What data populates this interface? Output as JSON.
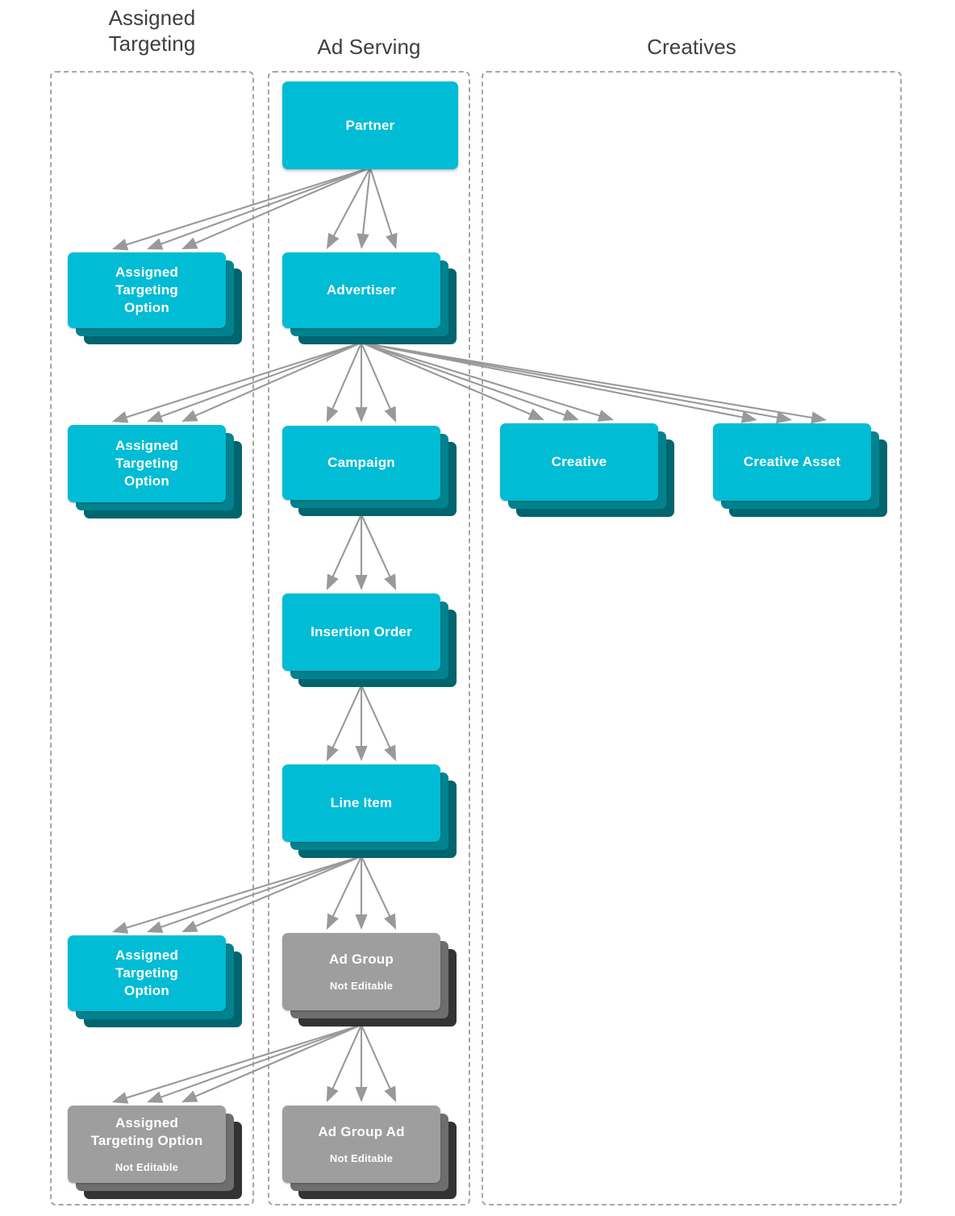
{
  "colors": {
    "editable_fill": "#00bcd4",
    "editable_mid": "#00838f",
    "editable_back": "#00656e",
    "locked_fill": "#9e9e9e",
    "locked_mid": "#6e6e6e",
    "locked_back": "#333333",
    "arrow": "#999999",
    "group_border": "#a6a6a6",
    "title_text": "#3c4043",
    "label_text": "#ffffff"
  },
  "columns": [
    {
      "id": "assigned-targeting",
      "title": "Assigned\nTargeting",
      "title_line1": "Assigned",
      "title_line2": "Targeting"
    },
    {
      "id": "ad-serving",
      "title": "Ad Serving"
    },
    {
      "id": "creatives",
      "title": "Creatives"
    }
  ],
  "not_editable_label": "Not Editable",
  "nodes": [
    {
      "id": "partner",
      "label": "Partner",
      "column": "ad-serving",
      "editable": true,
      "stacked": false,
      "sub": ""
    },
    {
      "id": "advertiser",
      "label": "Advertiser",
      "column": "ad-serving",
      "editable": true,
      "stacked": true,
      "sub": ""
    },
    {
      "id": "campaign",
      "label": "Campaign",
      "column": "ad-serving",
      "editable": true,
      "stacked": true,
      "sub": ""
    },
    {
      "id": "insertion-order",
      "label": "Insertion Order",
      "column": "ad-serving",
      "editable": true,
      "stacked": true,
      "sub": ""
    },
    {
      "id": "line-item",
      "label": "Line Item",
      "column": "ad-serving",
      "editable": true,
      "stacked": true,
      "sub": ""
    },
    {
      "id": "ad-group",
      "label": "Ad Group",
      "column": "ad-serving",
      "editable": false,
      "stacked": true,
      "sub": "Not Editable"
    },
    {
      "id": "ad-group-ad",
      "label": "Ad Group Ad",
      "column": "ad-serving",
      "editable": false,
      "stacked": true,
      "sub": "Not Editable"
    },
    {
      "id": "ato-partner",
      "label": "Assigned\nTargeting\nOption",
      "column": "assigned-targeting",
      "editable": true,
      "stacked": true,
      "sub": ""
    },
    {
      "id": "ato-advertiser",
      "label": "Assigned\nTargeting\nOption",
      "column": "assigned-targeting",
      "editable": true,
      "stacked": true,
      "sub": ""
    },
    {
      "id": "ato-line-item",
      "label": "Assigned\nTargeting\nOption",
      "column": "assigned-targeting",
      "editable": true,
      "stacked": true,
      "sub": ""
    },
    {
      "id": "ato-ad-group",
      "label": "Assigned\nTargeting Option",
      "column": "assigned-targeting",
      "editable": false,
      "stacked": true,
      "sub": "Not Editable"
    },
    {
      "id": "creative",
      "label": "Creative",
      "column": "creatives",
      "editable": true,
      "stacked": true,
      "sub": ""
    },
    {
      "id": "creative-asset",
      "label": "Creative Asset",
      "column": "creatives",
      "editable": true,
      "stacked": true,
      "sub": ""
    }
  ],
  "edges": [
    {
      "from": "partner",
      "to": "advertiser"
    },
    {
      "from": "partner",
      "to": "ato-partner"
    },
    {
      "from": "advertiser",
      "to": "campaign"
    },
    {
      "from": "advertiser",
      "to": "ato-advertiser"
    },
    {
      "from": "advertiser",
      "to": "creative"
    },
    {
      "from": "advertiser",
      "to": "creative-asset"
    },
    {
      "from": "campaign",
      "to": "insertion-order"
    },
    {
      "from": "insertion-order",
      "to": "line-item"
    },
    {
      "from": "line-item",
      "to": "ad-group"
    },
    {
      "from": "line-item",
      "to": "ato-line-item"
    },
    {
      "from": "ad-group",
      "to": "ad-group-ad"
    },
    {
      "from": "ad-group",
      "to": "ato-ad-group"
    }
  ]
}
